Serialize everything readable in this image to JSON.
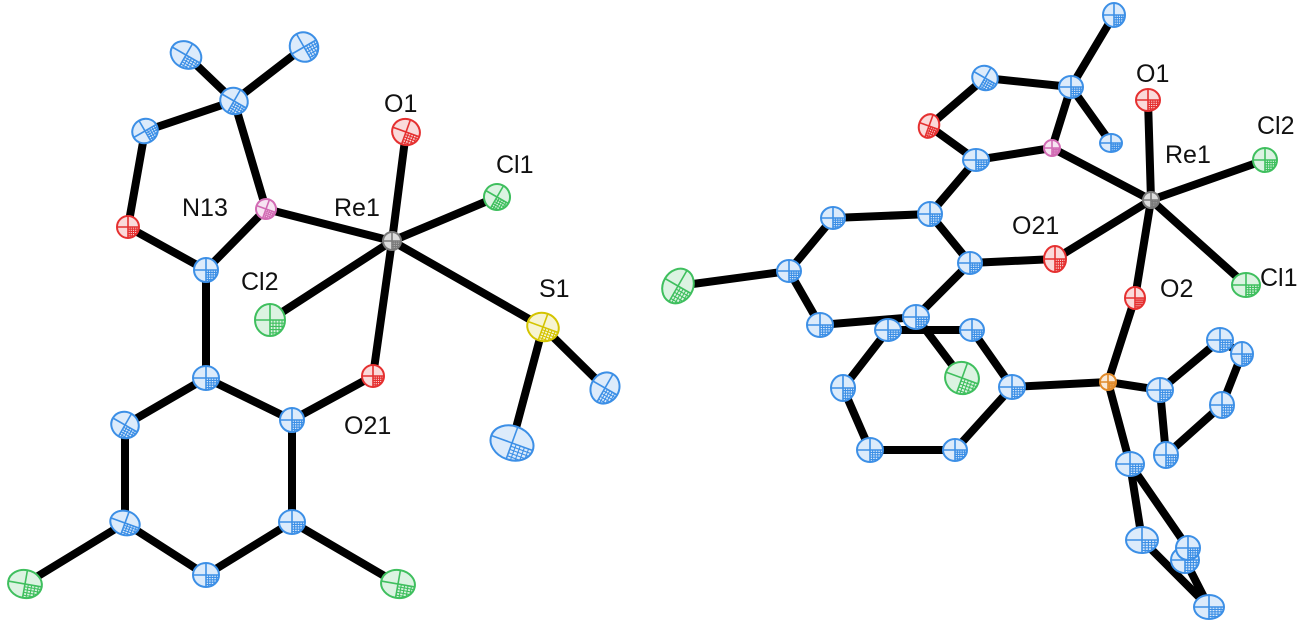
{
  "colors": {
    "C": "#3c8fe6",
    "O": "#e53030",
    "N": "#d26bb4",
    "Cl": "#3fbf5e",
    "S": "#d4c400",
    "P": "#e08a2a",
    "Re": "#7a7a7a",
    "bond": "#000000",
    "label": "#111111"
  },
  "structures": [
    {
      "labels": {
        "O1": "O1",
        "Cl1": "Cl1",
        "N13": "N13",
        "Re1": "Re1",
        "Cl2": "Cl2",
        "S1": "S1",
        "O21": "O21"
      }
    },
    {
      "labels": {
        "O1": "O1",
        "Cl2": "Cl2",
        "Re1": "Re1",
        "O21": "O21",
        "Cl1": "Cl1",
        "O2": "O2"
      }
    }
  ]
}
